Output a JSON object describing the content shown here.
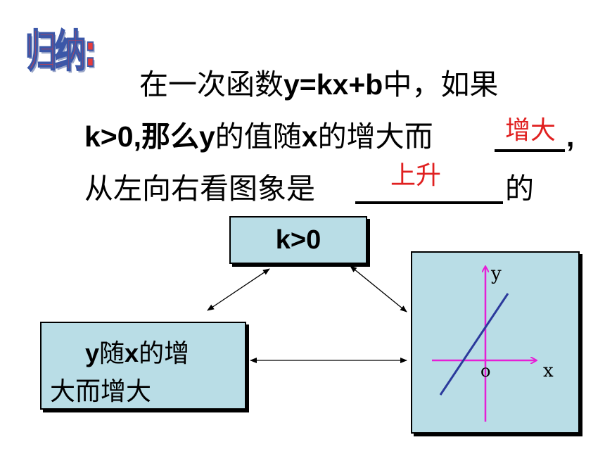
{
  "title": "归纳:",
  "statement": {
    "line1_prefix": "在一次函数",
    "line1_formula": "y=kx+b",
    "line1_suffix": "中，如果",
    "line2_cond": "k>0",
    "line2_mid1": ",那么",
    "line2_y": "y",
    "line2_mid2": "的值随",
    "line2_x": "x",
    "line2_mid3": "的增大而",
    "line2_end": ",",
    "line3_text": "从左向右看图象是",
    "line3_end": "的"
  },
  "answers": {
    "blank1": "增大",
    "blank2": "上升"
  },
  "boxes": {
    "k_box": "k>0",
    "y_box_var_y": "y",
    "y_box_mid": "随",
    "y_box_var_x": "x",
    "y_box_line1_end": "的增",
    "y_box_line2": "大而增大"
  },
  "graph": {
    "y_label": "y",
    "x_label": "x",
    "origin_label": "o"
  },
  "colors": {
    "answer": "#e02020",
    "box_fill": "#b9dde6",
    "axis": "#e61fd6",
    "line": "#2b3a9c"
  }
}
